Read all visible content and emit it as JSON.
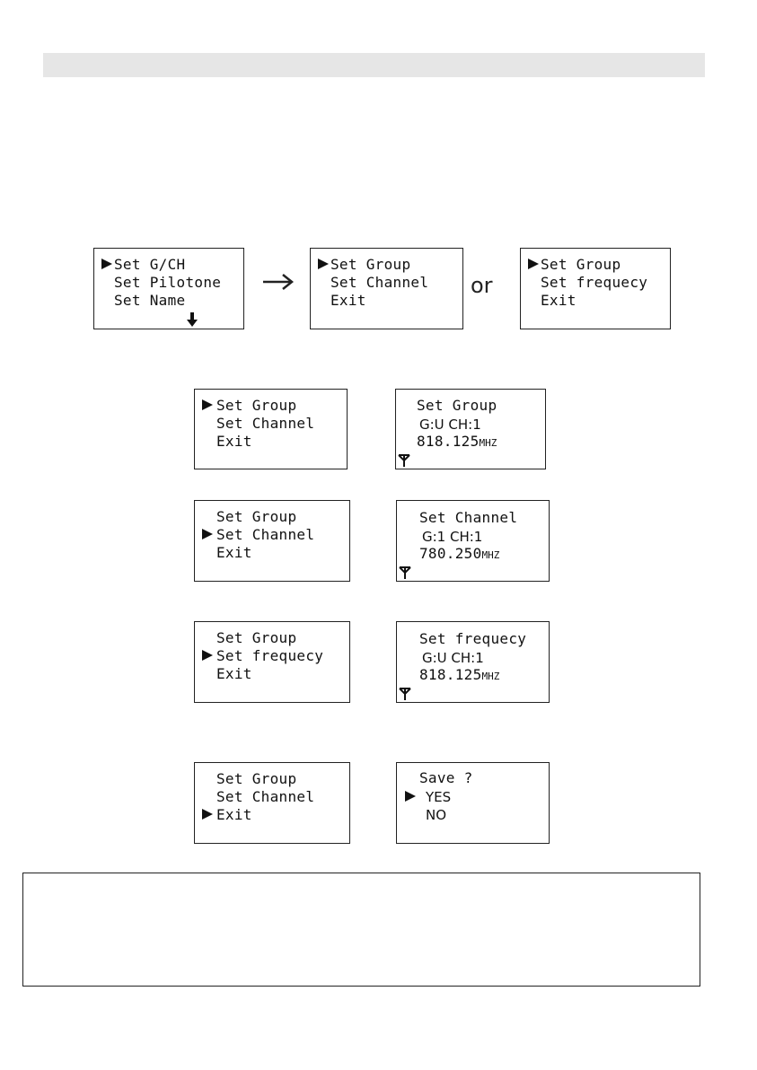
{
  "screens": {
    "main_menu": {
      "line1": "Set G/CH",
      "line2": "Set Pilotone",
      "line3": "Set Name"
    },
    "gch_menu_a": {
      "line1": "Set Group",
      "line2": "Set Channel",
      "line3": "Exit"
    },
    "flow_or": "or",
    "gch_menu_b": {
      "line1": "Set Group",
      "line2": "Set frequecy",
      "line3": "Exit"
    },
    "group_menu": {
      "line1": "Set Group",
      "line2": "Set Channel",
      "line3": "Exit"
    },
    "group_detail": {
      "title": "Set Group",
      "gch": "G:U CH:1",
      "freq": "818.125",
      "unit": "MHZ"
    },
    "channel_menu": {
      "line1": "Set Group",
      "line2": "Set Channel",
      "line3": "Exit"
    },
    "channel_detail": {
      "title": "Set Channel",
      "gch": "G:1 CH:1",
      "freq": "780.250",
      "unit": "MHZ"
    },
    "freq_menu": {
      "line1": "Set Group",
      "line2": "Set frequecy",
      "line3": "Exit"
    },
    "freq_detail": {
      "title": "Set frequecy",
      "gch": "G:U CH:1",
      "freq": "818.125",
      "unit": "MHZ"
    },
    "exit_menu": {
      "line1": "Set Group",
      "line2": "Set Channel",
      "line3": "Exit"
    },
    "save_dialog": {
      "title": "Save ?",
      "yes": "YES",
      "no": "NO"
    }
  },
  "icons": {
    "cursor": "right-triangle-cursor",
    "antenna": "antenna-icon",
    "down": "down-arrow-icon",
    "flow": "right-arrow-icon"
  }
}
